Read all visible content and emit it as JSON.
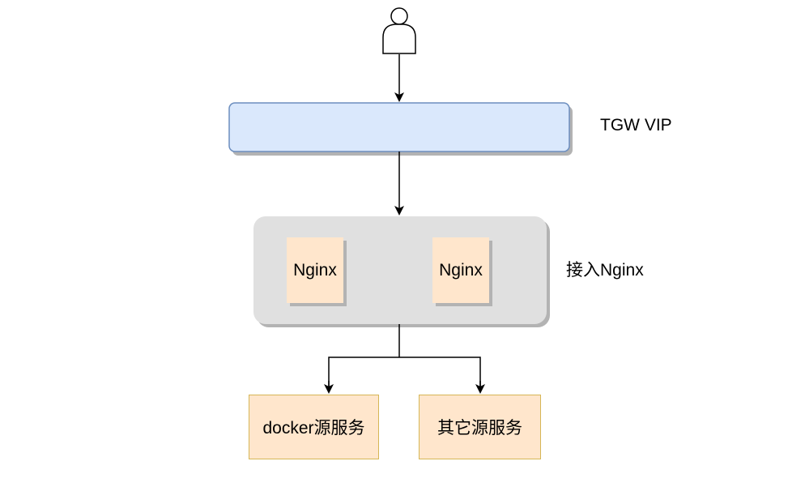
{
  "labels": {
    "tgw": "TGW VIP",
    "access_nginx": "接入Nginx",
    "nginx_1": "Nginx",
    "nginx_2": "Nginx",
    "service_docker": "docker源服务",
    "service_other": "其它源服务"
  },
  "colors": {
    "vip_fill": "#dae8fc",
    "vip_stroke": "#6c8ebf",
    "group_fill": "#e0e0e0",
    "nginx_fill": "#ffe6cc",
    "service_fill": "#ffe6cc",
    "service_stroke": "#d6b656",
    "shadow": "#b3b3b3",
    "edge": "#000000"
  },
  "icons": {
    "user": "user-icon"
  }
}
